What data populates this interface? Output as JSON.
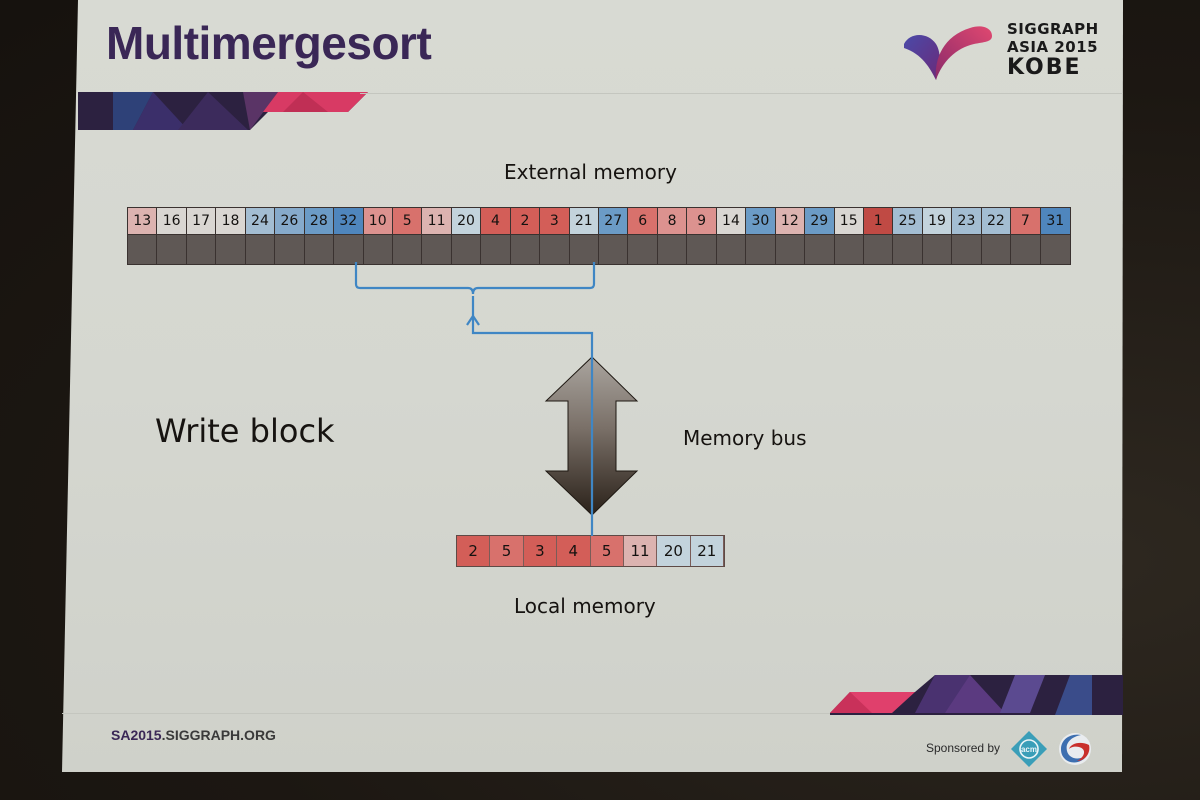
{
  "slide": {
    "title": "Multimergesort",
    "footer_url_accent": "SA2015",
    "footer_url_rest": ".SIGGRAPH.ORG",
    "sponsored_by": "Sponsored by",
    "logo": {
      "line1": "SIGGRAPH",
      "line2": "ASIA 2015",
      "line3": "KOBE",
      "icon": "siggraph-asia-swoosh-icon"
    },
    "sponsor_logos": [
      {
        "icon": "acm-logo-icon",
        "text": "acm"
      },
      {
        "icon": "sponsor-swirl-logo-icon"
      }
    ]
  },
  "diagram": {
    "external_label": "External memory",
    "write_block_label": "Write block",
    "bus_label": "Memory bus",
    "local_label": "Local memory",
    "external_memory": [
      {
        "v": "13",
        "tone": "t-pink-pale"
      },
      {
        "v": "16",
        "tone": "t-pale"
      },
      {
        "v": "17",
        "tone": "t-pale"
      },
      {
        "v": "18",
        "tone": "t-pale"
      },
      {
        "v": "24",
        "tone": "t-blue-light"
      },
      {
        "v": "26",
        "tone": "t-blue-mid"
      },
      {
        "v": "28",
        "tone": "t-blue"
      },
      {
        "v": "32",
        "tone": "t-blue-dark"
      },
      {
        "v": "10",
        "tone": "t-pink"
      },
      {
        "v": "5",
        "tone": "t-red-mid"
      },
      {
        "v": "11",
        "tone": "t-pink-pale"
      },
      {
        "v": "20",
        "tone": "t-pale-blue"
      },
      {
        "v": "4",
        "tone": "t-red"
      },
      {
        "v": "2",
        "tone": "t-red"
      },
      {
        "v": "3",
        "tone": "t-red"
      },
      {
        "v": "21",
        "tone": "t-pale-blue"
      },
      {
        "v": "27",
        "tone": "t-blue"
      },
      {
        "v": "6",
        "tone": "t-red-mid"
      },
      {
        "v": "8",
        "tone": "t-pink"
      },
      {
        "v": "9",
        "tone": "t-pink"
      },
      {
        "v": "14",
        "tone": "t-pale"
      },
      {
        "v": "30",
        "tone": "t-blue"
      },
      {
        "v": "12",
        "tone": "t-pink-pale"
      },
      {
        "v": "29",
        "tone": "t-blue"
      },
      {
        "v": "15",
        "tone": "t-pale"
      },
      {
        "v": "1",
        "tone": "t-red-deep"
      },
      {
        "v": "25",
        "tone": "t-blue-light"
      },
      {
        "v": "19",
        "tone": "t-pale-blue"
      },
      {
        "v": "23",
        "tone": "t-blue-light"
      },
      {
        "v": "22",
        "tone": "t-blue-light"
      },
      {
        "v": "7",
        "tone": "t-red-mid"
      },
      {
        "v": "31",
        "tone": "t-blue-dark"
      }
    ],
    "write_block_range": {
      "start_index": 8,
      "end_index": 15
    },
    "local_memory": [
      {
        "v": "2",
        "tone": "t-red"
      },
      {
        "v": "5",
        "tone": "t-red-mid"
      },
      {
        "v": "3",
        "tone": "t-red"
      },
      {
        "v": "4",
        "tone": "t-red"
      },
      {
        "v": "5",
        "tone": "t-red-mid"
      },
      {
        "v": "11",
        "tone": "t-pink-pale"
      },
      {
        "v": "20",
        "tone": "t-pale-blue"
      },
      {
        "v": "21",
        "tone": "t-pale-blue"
      }
    ],
    "colors": {
      "connector_line": "#3f86c4",
      "title_purple": "#3a2756",
      "bus_arrow_top": "#a9a49e",
      "bus_arrow_bottom": "#2b221b"
    }
  }
}
